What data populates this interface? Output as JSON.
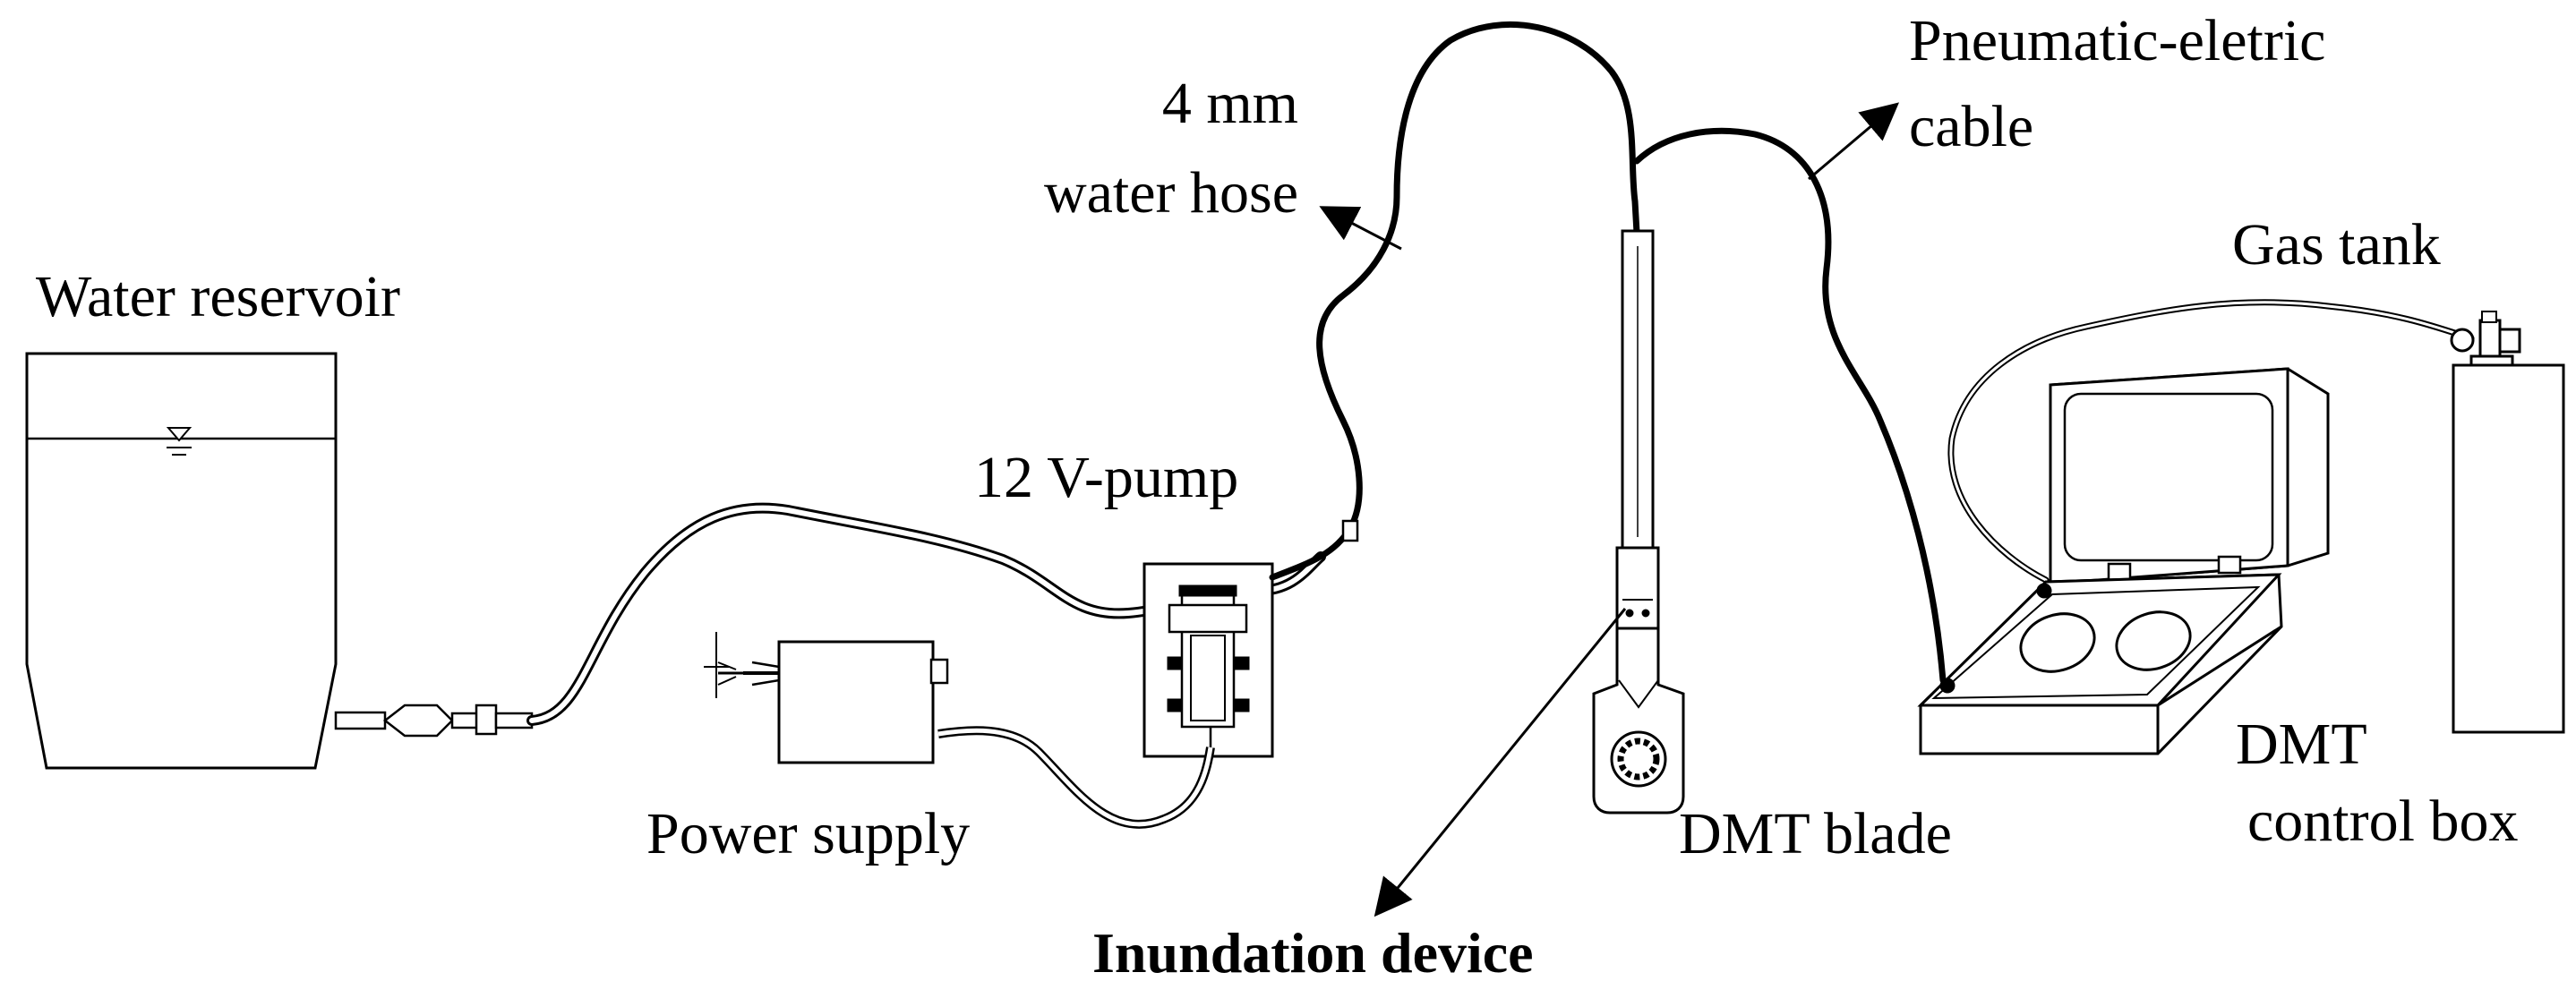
{
  "labels": {
    "water_reservoir": "Water reservoir",
    "water_hose_line1": "4 mm",
    "water_hose_line2": "water hose",
    "pump": "12 V-pump",
    "power_supply": "Power supply",
    "pneumatic_line1": "Pneumatic-eletric",
    "pneumatic_line2": "cable",
    "gas_tank": "Gas tank",
    "dmt_blade": "DMT blade",
    "control_box_line1": "DMT",
    "control_box_line2": "control box",
    "inundation_device": "Inundation device"
  },
  "colors": {
    "ink": "#000000",
    "hose_fill": "#ffffff",
    "background": "#ffffff"
  }
}
